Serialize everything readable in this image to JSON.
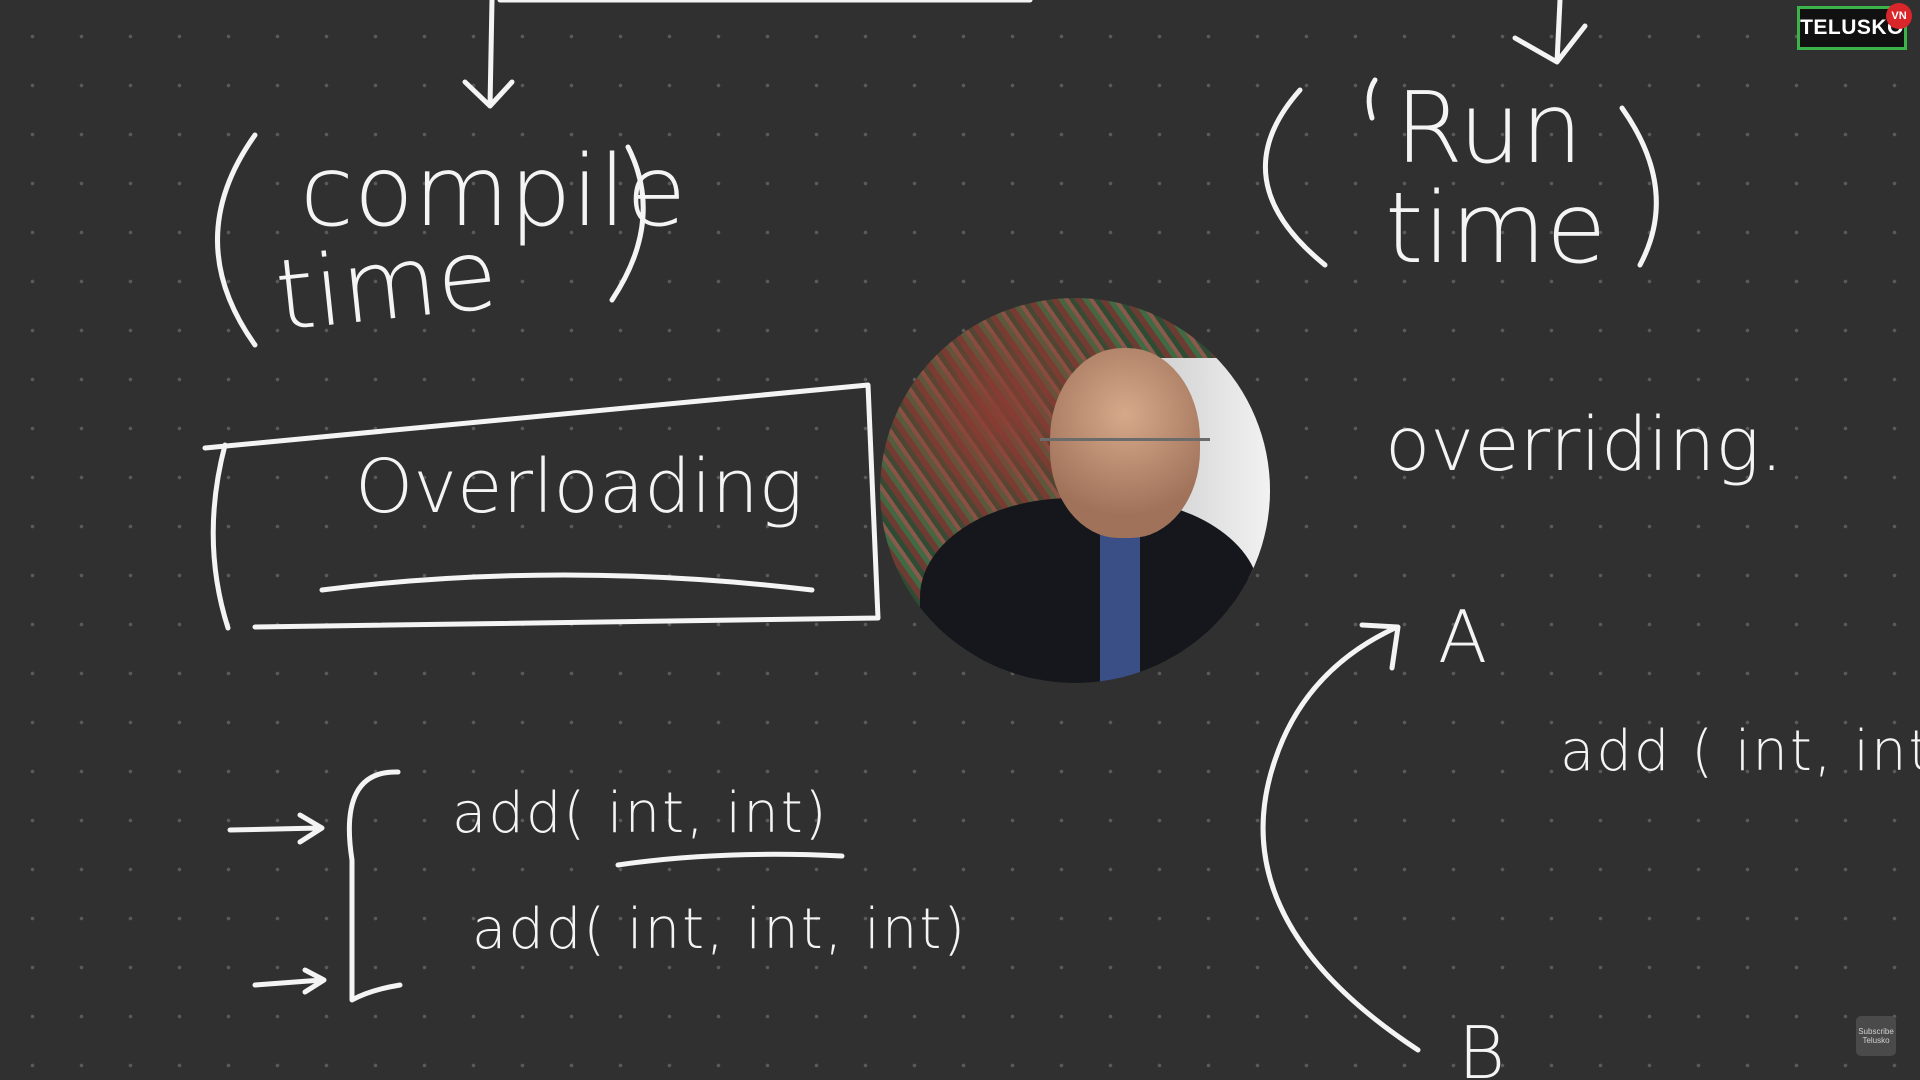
{
  "board": {
    "left": {
      "compile_word": "compile",
      "compile_time_word": "time",
      "overloading": "Overloading",
      "method_one": "add( int, int)",
      "method_two": "add( int, int, int)"
    },
    "right": {
      "run_word": "Run",
      "run_time_word": "time",
      "overriding": "overriding.",
      "class_a": "A",
      "class_b": "B",
      "method": "add ( int, int)"
    }
  },
  "overlay": {
    "logo_text": "TELUSKO",
    "logo_badge": "VN",
    "subscribe_line1": "Subscribe",
    "subscribe_line2": "Telusko"
  },
  "colors": {
    "background": "#303030",
    "ink": "#f4f4f4",
    "logo_border": "#3bb34a",
    "badge": "#d9262b"
  }
}
